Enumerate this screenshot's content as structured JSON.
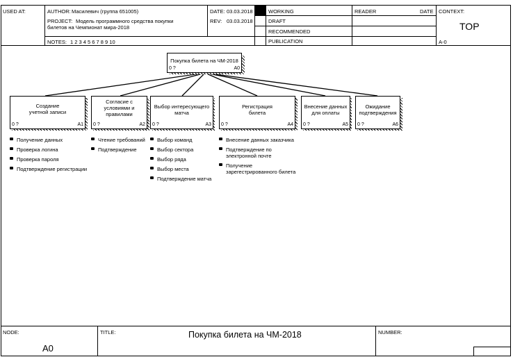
{
  "header": {
    "used_at_label": "USED AT:",
    "author_label": "AUTHOR:",
    "author_value": "Масилевич (группа 651005)",
    "project_label": "PROJECT:",
    "project_value_line1": "Модель программного средства покупки",
    "project_value_line2": "билетов на Чемпионат мира-2018",
    "notes_label": "NOTES:",
    "notes_value": "1 2 3 4 5 6 7 8 9 10",
    "date_label": "DATE:",
    "date_value": "03.03.2018",
    "rev_label": "REV:",
    "rev_value": "03.03.2018",
    "status": [
      "WORKING",
      "DRAFT",
      "RECOMMENDED",
      "PUBLICATION"
    ],
    "reader_label": "READER",
    "reader_date_label": "DATE",
    "context_label": "CONTEXT:",
    "context_value": "TOP",
    "context_node": "A-0"
  },
  "parent": {
    "label": "Покупка билета на ЧМ-2018",
    "cost": "0 ?",
    "num": "A0"
  },
  "activities": [
    {
      "label": "Создание\nучетной записи",
      "cost": "0 ?",
      "num": "A1"
    },
    {
      "label": "Согласие с\nусловиями и\nправилами",
      "cost": "0 ?",
      "num": "A2"
    },
    {
      "label": "Выбор интересующего\nматча",
      "cost": "0 ?",
      "num": "A3"
    },
    {
      "label": "Регистрация\nбилета",
      "cost": "0 ?",
      "num": "A4"
    },
    {
      "label": "Внесение данных\nдля оплаты",
      "cost": "0 ?",
      "num": "A5"
    },
    {
      "label": "Ожидание\nподтверждения",
      "cost": "0 ?",
      "num": "A6"
    }
  ],
  "sub_lists": [
    [
      "Получение данных",
      "Проверка логина",
      "Проверка пароля",
      "Подтверждение регистрации"
    ],
    [
      "Чтение требований",
      "Подтверждение"
    ],
    [
      "Выбор команд",
      "Выбор сектора",
      "Выбор ряда",
      "Выбор места",
      "Подтверждение матча"
    ],
    [
      "Внесение данных заказчика",
      "Подтверждение по\nэлектронной почте",
      "Получение\nзарегестрированного билета"
    ]
  ],
  "footer": {
    "node_label": "NODE:",
    "node_value": "A0",
    "title_label": "TITLE:",
    "title_value": "Покупка билета на ЧМ-2018",
    "number_label": "NUMBER:"
  }
}
